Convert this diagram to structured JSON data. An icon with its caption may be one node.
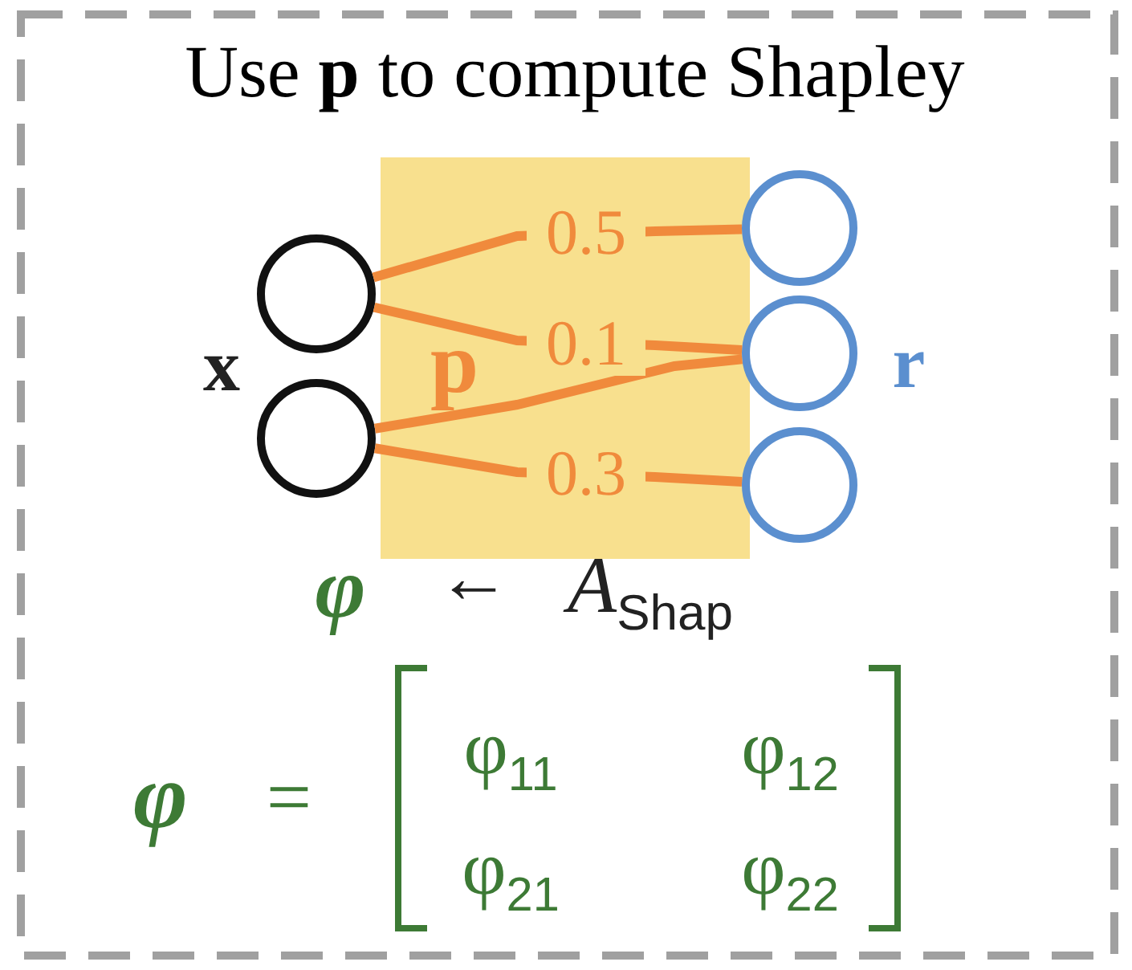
{
  "diagram": {
    "title": "Use **p** to compute Shapley",
    "nodes": [
      {
        "text": [],
        "shape": "circle"
      },
      {
        "text": [],
        "shape": "circle"
      },
      {
        "text": [],
        "shape": "circle"
      },
      {
        "text": [],
        "shape": "circle"
      },
      {
        "text": [],
        "shape": "circle"
      }
    ],
    "edges": [
      {
        "from": 0,
        "to": 2,
        "arrow": "none",
        "label": "0.5"
      },
      {
        "from": 0,
        "to": 3,
        "arrow": "none",
        "label": "0.1"
      },
      {
        "from": 1,
        "to": 3,
        "arrow": "none"
      },
      {
        "from": 1,
        "to": 4,
        "arrow": "none",
        "label": "0.3"
      }
    ],
    "labels": [
      "x",
      "p",
      "r",
      "φ",
      "←",
      "A$_{Shap}$",
      "φ",
      "=",
      "φ$_{11}$",
      "φ$_{12}$",
      "φ$_{21}$",
      "φ$_{22}$"
    ]
  }
}
